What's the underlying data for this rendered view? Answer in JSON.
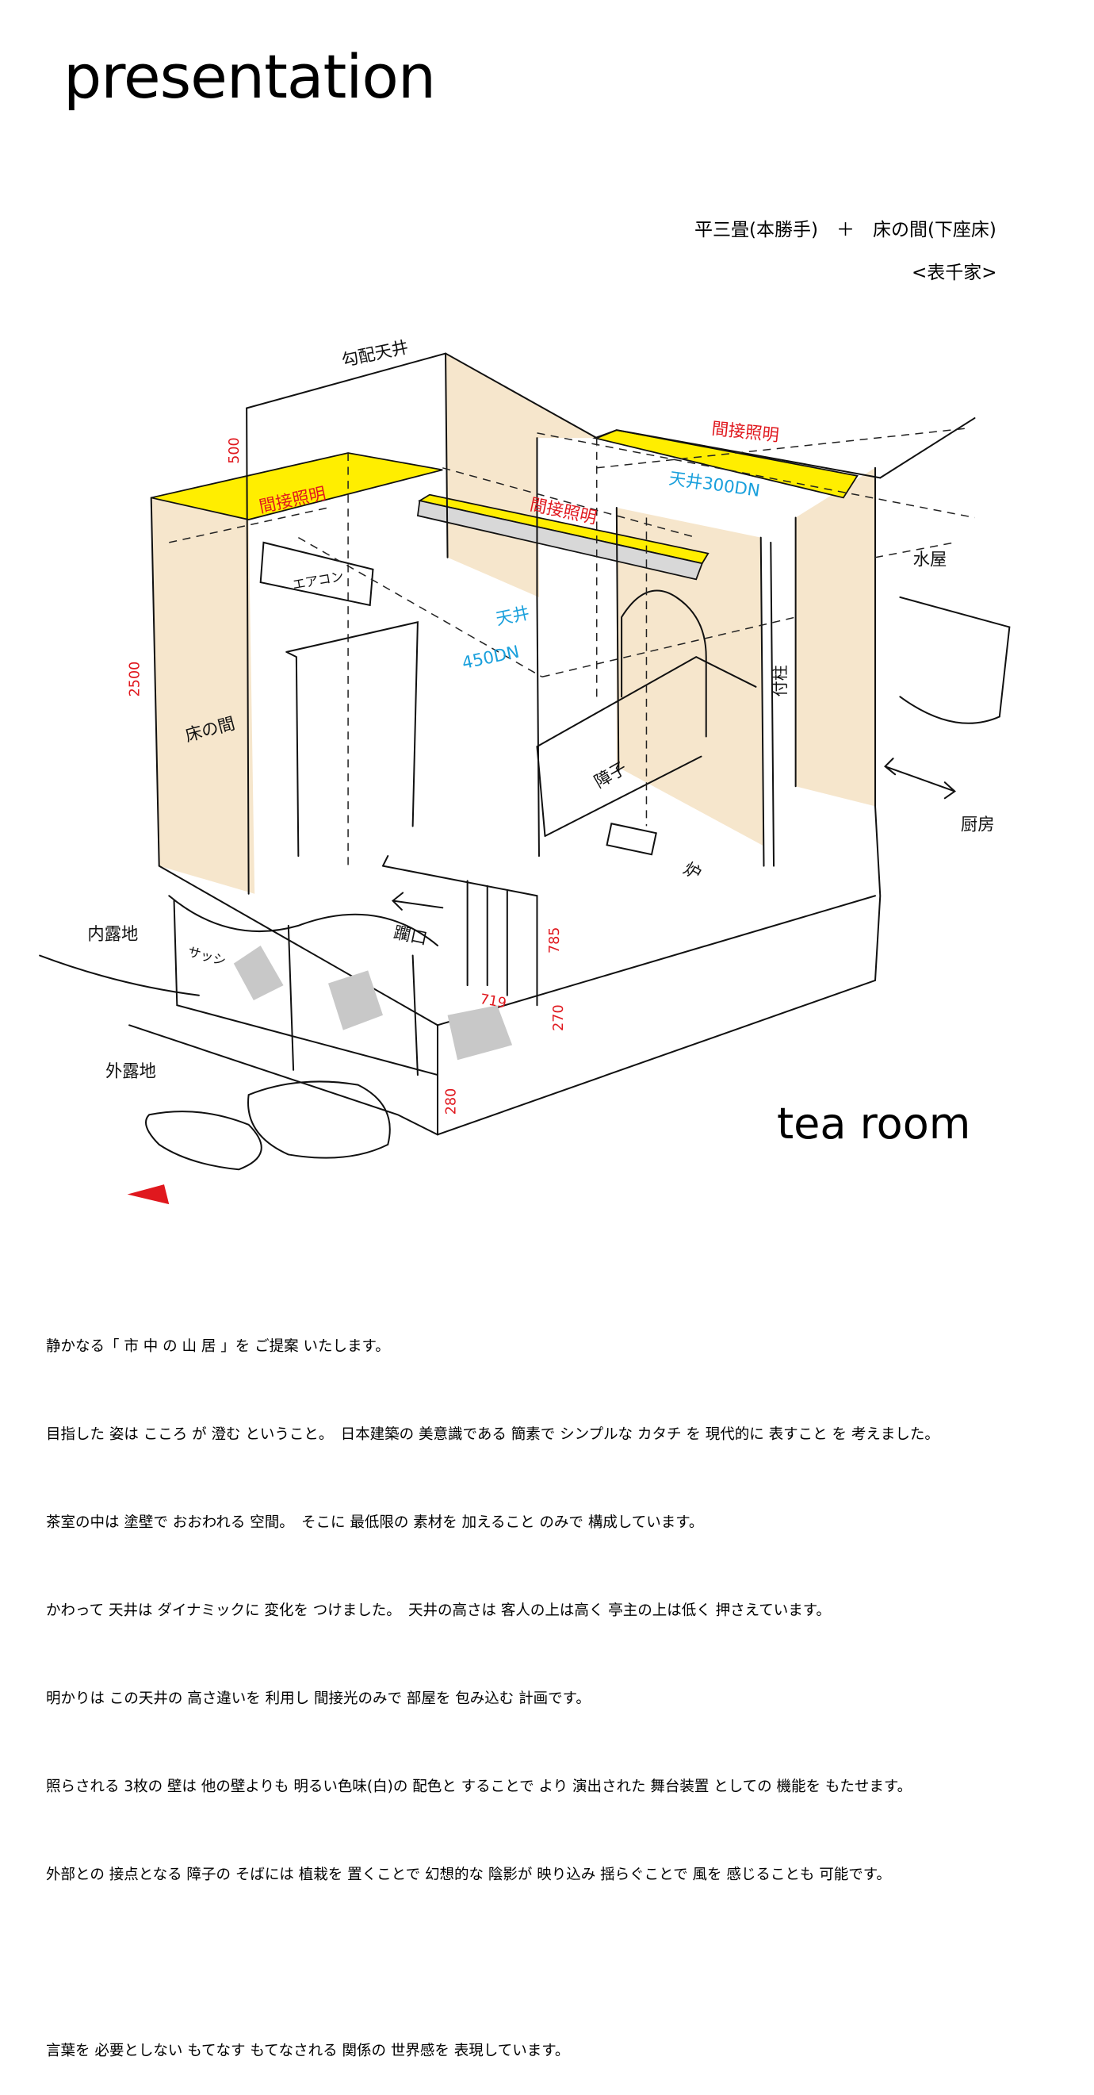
{
  "header": {
    "title": "presentation",
    "subtitle": "平三畳(本勝手)　＋　床の間(下座床)",
    "school": "<表千家>"
  },
  "drawing": {
    "labels": {
      "sloped_ceiling": "勾配天井",
      "indirect_light_left": "間接照明",
      "indirect_light_center": "間接照明",
      "indirect_light_right": "間接照明",
      "ceiling_300": "天井300DN",
      "ceiling_450_a": "天井",
      "ceiling_450_b": "450DN",
      "air_conditioner": "エアコン",
      "tokonoma": "床の間",
      "mizuya": "水屋",
      "tsukebashira": "付柱",
      "shoji": "障子",
      "ro": "炉",
      "kitchen": "厨房",
      "inner_roji": "内露地",
      "sash": "サッシ",
      "nijiriguchi": "躙口",
      "outer_roji": "外露地"
    },
    "dimensions": {
      "d500": "500",
      "d2500": "2500",
      "d785": "785",
      "d719": "719",
      "d270": "270",
      "d280": "280"
    },
    "colors": {
      "wall": "#f6e6cc",
      "light_strip": "#ffee00",
      "label_red": "#e0181e",
      "label_blue": "#1aa0dc",
      "paving": "#c8c8c8",
      "marker": "#e0181e"
    }
  },
  "caption": "tea room",
  "description": {
    "lines": [
      "静かなる「 市 中 の 山 居 」を ご提案 いたします。",
      "目指した 姿は こころ が 澄む ということ。　日本建築の 美意識である 簡素で シンプルな カタチ を 現代的に 表すこと を 考えました。",
      "茶室の中は 塗壁で おおわれる 空間。　そこに 最低限の 素材を 加えること のみで 構成しています。",
      "かわって 天井は ダイナミックに 変化を つけました。　天井の高さは 客人の上は高く 亭主の上は低く 押さえています。",
      "明かりは この天井の 高さ違いを 利用し 間接光のみで 部屋を 包み込む 計画です。",
      "照らされる 3枚の 壁は 他の壁よりも 明るい色味(白)の 配色と することで より 演出された 舞台装置 としての 機能を もたせます。",
      "外部との 接点となる 障子の そばには 植栽を 置くことで 幻想的な 陰影が 映り込み 揺らぐことで 風を 感じることも 可能です。"
    ],
    "closing": "言葉を 必要としない もてなす もてなされる 関係の 世界感を 表現しています。"
  }
}
